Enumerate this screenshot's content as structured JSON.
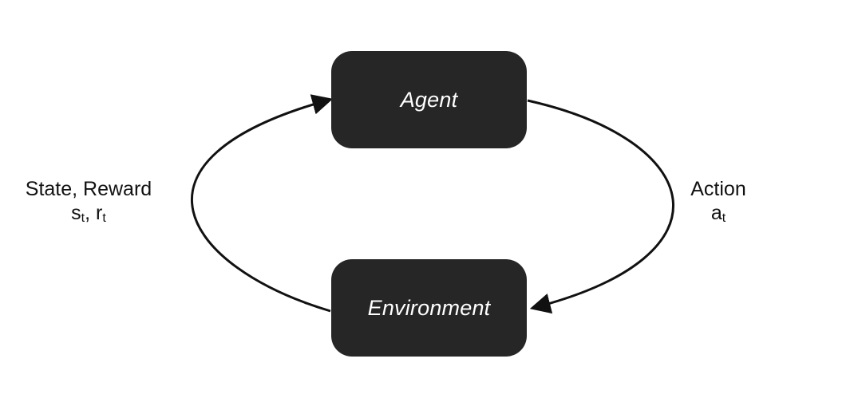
{
  "colors": {
    "node_fill": "#262626",
    "arrow": "#111111",
    "background": "#ffffff"
  },
  "nodes": {
    "agent": {
      "label": "Agent"
    },
    "environment": {
      "label": "Environment"
    }
  },
  "edges": {
    "feedback": {
      "title": "State, Reward",
      "state_symbol": "s",
      "state_subscript": "t",
      "separator": ", ",
      "reward_symbol": "r",
      "reward_subscript": "t"
    },
    "action": {
      "title": "Action",
      "symbol": "a",
      "subscript": "t"
    }
  }
}
